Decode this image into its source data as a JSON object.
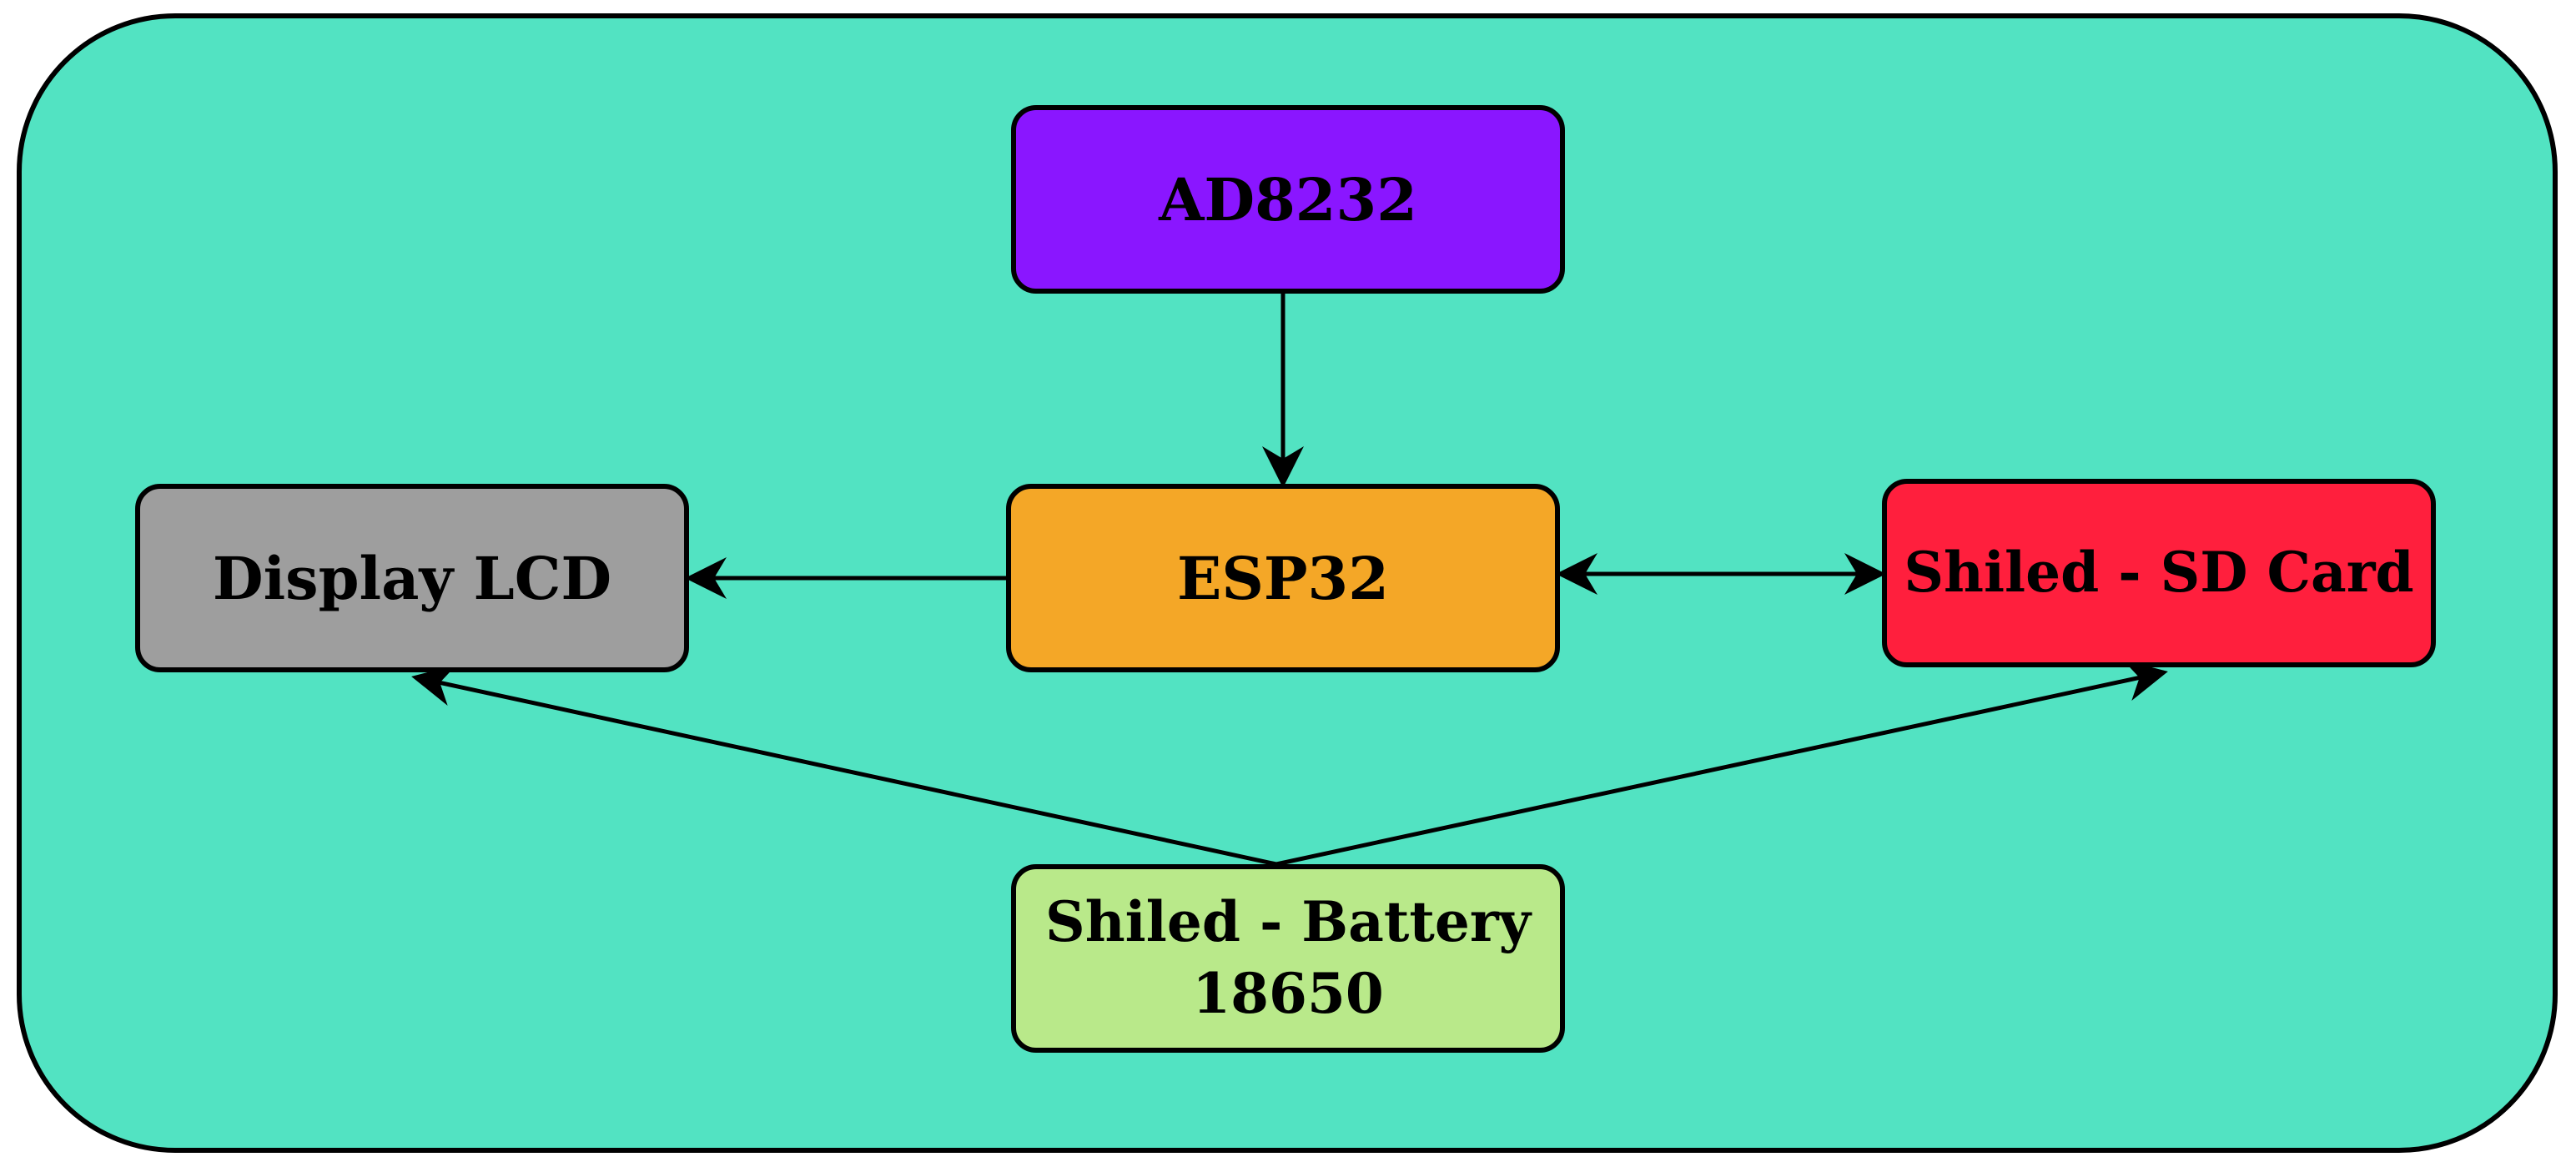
{
  "colors": {
    "background": "#52E3C2",
    "outline": "#000000",
    "ad8232": "#8A16FF",
    "esp32": "#F4A727",
    "display": "#9E9E9E",
    "sdcard": "#FF1F3D",
    "battery": "#B9E98A"
  },
  "nodes": {
    "ad8232": {
      "label": "AD8232"
    },
    "esp32": {
      "label": "ESP32"
    },
    "display": {
      "label": "Display LCD"
    },
    "sdcard": {
      "label": "Shiled - SD Card"
    },
    "battery": {
      "line1": "Shiled - Battery",
      "line2": "18650"
    }
  },
  "edges": [
    {
      "from": "ad8232",
      "to": "esp32",
      "arrow": "end"
    },
    {
      "from": "esp32",
      "to": "display",
      "arrow": "end"
    },
    {
      "from": "esp32",
      "to": "sdcard",
      "arrow": "both"
    },
    {
      "from": "battery",
      "to": "display",
      "arrow": "end"
    },
    {
      "from": "battery",
      "to": "sdcard",
      "arrow": "end"
    }
  ]
}
